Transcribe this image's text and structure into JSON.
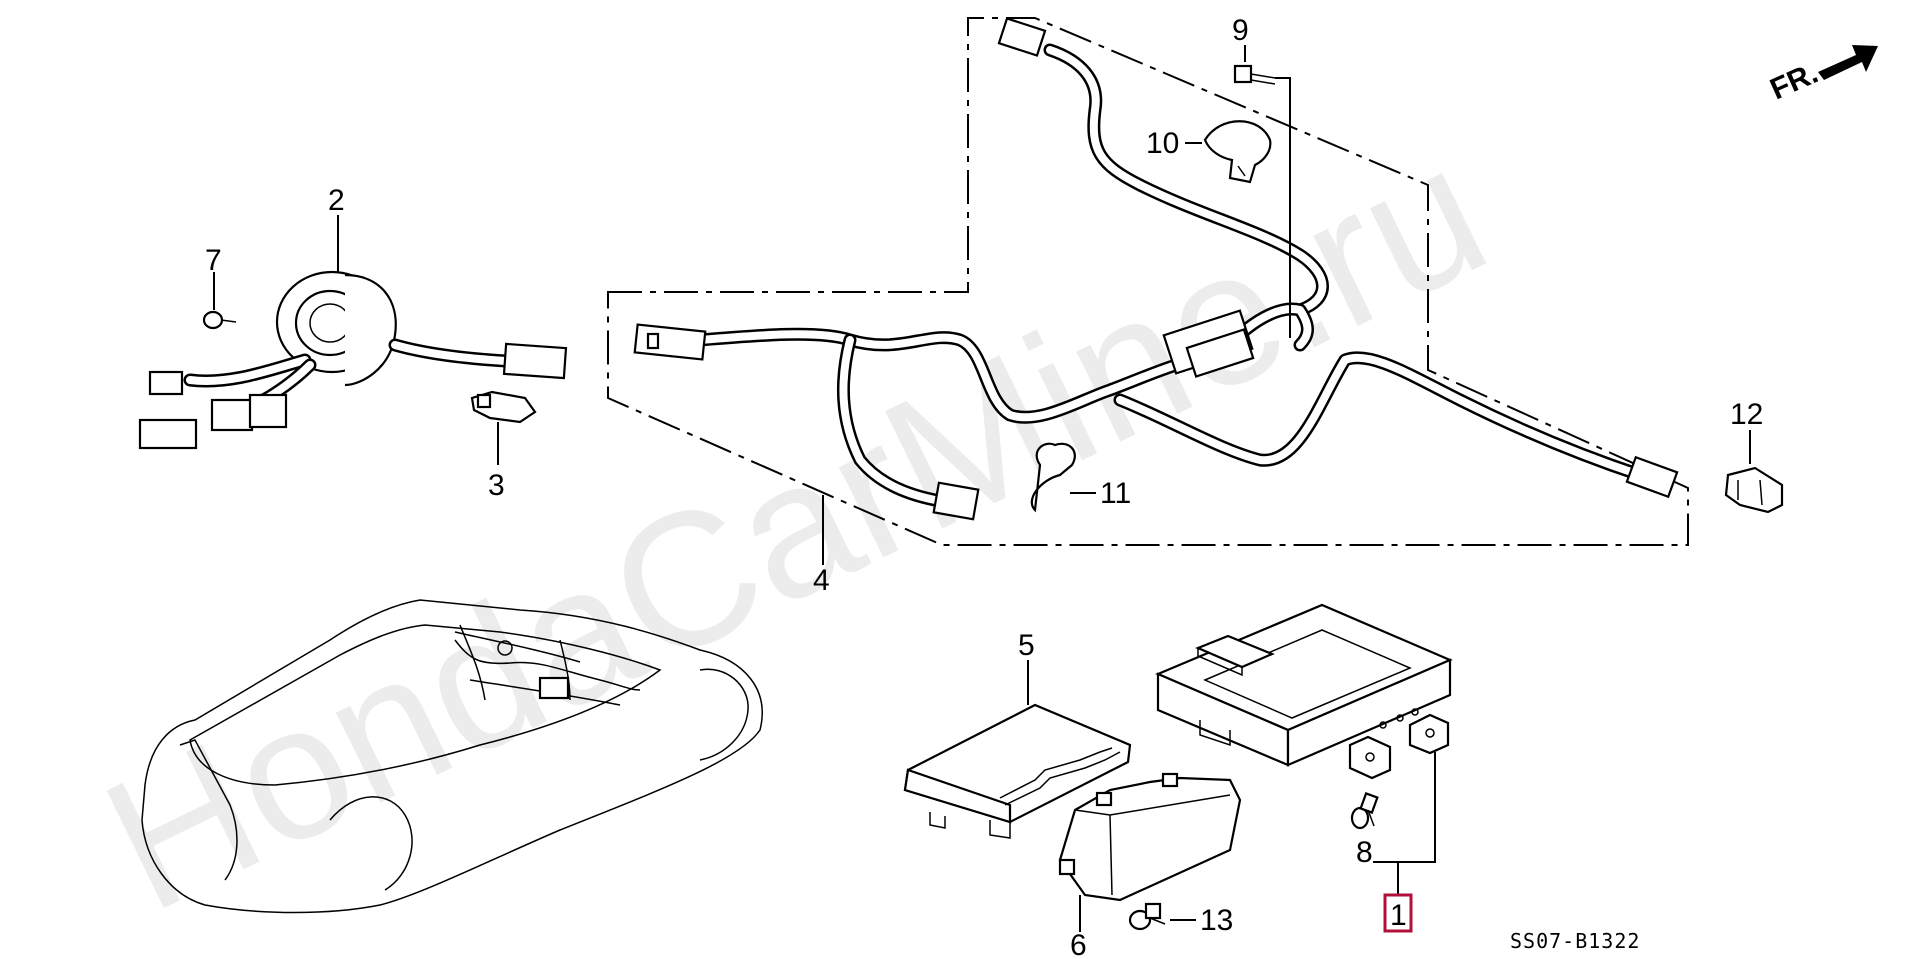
{
  "diagram": {
    "watermark": "HondaCarMine.ru",
    "direction_label": "FR.",
    "diagram_code": "SS07-B1322",
    "highlight_color": "#b0103a",
    "callouts": [
      {
        "id": "1",
        "label": "1",
        "highlighted": true
      },
      {
        "id": "2",
        "label": "2"
      },
      {
        "id": "3",
        "label": "3"
      },
      {
        "id": "4",
        "label": "4"
      },
      {
        "id": "5",
        "label": "5"
      },
      {
        "id": "6",
        "label": "6"
      },
      {
        "id": "7",
        "label": "7"
      },
      {
        "id": "8",
        "label": "8"
      },
      {
        "id": "9",
        "label": "9"
      },
      {
        "id": "10",
        "label": "10"
      },
      {
        "id": "11",
        "label": "11"
      },
      {
        "id": "12",
        "label": "12"
      },
      {
        "id": "13",
        "label": "13"
      }
    ]
  }
}
